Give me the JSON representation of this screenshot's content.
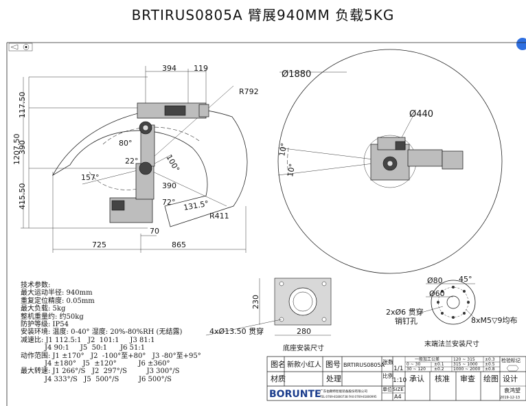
{
  "title": "BRTIRUS0805A 臂展940MM 负载5KG",
  "colors": {
    "accent_button": "#2f6fe0",
    "robot_body": "#bdbdbd",
    "lines": "#222222"
  },
  "icons": {
    "projection_symbol": "first-angle-projection-icon",
    "corner_button": "blue-circle-button"
  },
  "side_view": {
    "dims_top": [
      "394",
      "119"
    ],
    "dims_left": [
      "117.50",
      "390",
      "415.50",
      "1207.50"
    ],
    "dims_bottom": [
      "725",
      "865",
      "70"
    ],
    "radius_outer": "R792",
    "radius_inner": "R411",
    "angles": [
      "80°",
      "22°",
      "157°",
      "100°",
      "72°",
      "131.5°"
    ],
    "dim_390": "390"
  },
  "top_view": {
    "outer_diameter": "Ø1880",
    "inner_diameter": "Ø440",
    "angles": [
      "10°",
      "10°"
    ]
  },
  "base_view": {
    "width": "280",
    "height": "230",
    "holes": "4xØ13.50 贯穿",
    "caption": "底座安装尺寸"
  },
  "flange_view": {
    "d80": "Ø80",
    "d60": "Ø60",
    "angle": "45°",
    "pin": "2xØ6 贯穿",
    "pin2": "销钉孔",
    "thread": "8xM5▽9均布",
    "caption": "末端法兰安装尺寸"
  },
  "params": [
    "技术参数:",
    "最大运动半径: 940mm",
    "重复定位精度: 0.05mm",
    "最大负载: 5kg",
    "整机重量约: 约50kg",
    "防护等级: IP54",
    "安装环境: 温度: 0-40° 湿度: 20%-80%RH (无结露)",
    "减速比: J1 112.5:1   J2  101:1     J3 81:1",
    "           J4 90:1     J5  50:1      J6 51:1",
    "动作范围: J1 ±170°   J2  -100°至+80°   J3 -80°至+95°",
    "           J4 ±180°   J5  ±120°          J6 ±360°",
    "最大转速: J1 266°/S   J2  297°/S         J3 300°/S",
    "           J4 333°/S   J5  500°/S         J6 500°/S"
  ],
  "title_block": {
    "r1": [
      "图名",
      "新款小红人",
      "图号",
      "BRTIRUS0805A",
      "张数",
      "1/1"
    ],
    "r2": [
      "材质",
      "处理",
      "比例",
      "1:10",
      "承认",
      "核准",
      "审查",
      "绘图",
      "设计"
    ],
    "r3": [
      "单位",
      "SIZE",
      "A4"
    ],
    "tol_header": "一般加工公差",
    "tol_rows": [
      [
        "0 ~ 30",
        "±0.1",
        "120 ~ 315",
        "±0.3"
      ],
      [
        "30 ~ 120",
        "±0.2",
        "315 ~ 1000",
        "±0.5"
      ],
      [
        "",
        "",
        "1000 ~ 2000",
        "±0.8"
      ]
    ],
    "check_label": "检验标记",
    "designer": "袁鸿望",
    "date": "2019-12-13",
    "logo": "BORUNTE",
    "company": "广东伯朗特智能装备股份有限公司",
    "contact": "TEL:0769-81800738  FAX:0769-81800995"
  }
}
